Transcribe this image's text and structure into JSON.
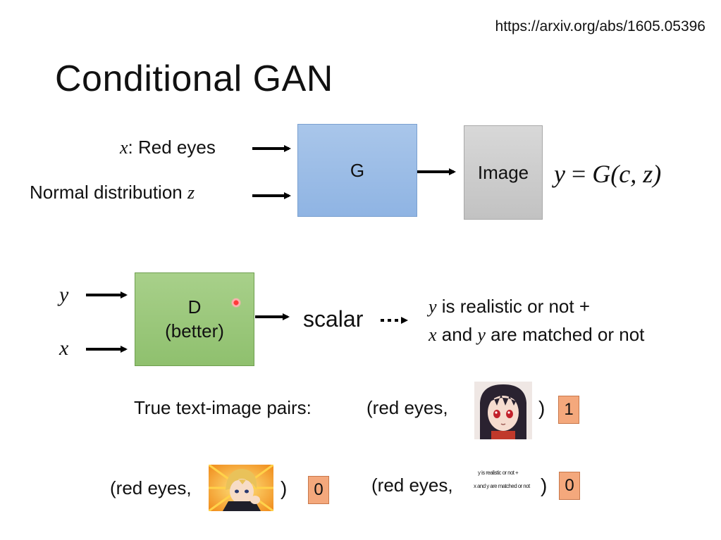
{
  "source_link": "https://arxiv.org/abs/1605.05396",
  "title": "Conditional GAN",
  "generator": {
    "input_x_var": "x",
    "input_x_text": ": Red eyes",
    "input_z_text": "Normal distribution ",
    "input_z_var": "z",
    "box_label": "G",
    "output_label": "Image",
    "equation": {
      "lhs": "y",
      "eq": " = ",
      "fn": "G",
      "args": "(c, z)"
    }
  },
  "discriminator": {
    "input_y": "y",
    "input_x": "x",
    "box_label_line1": "D",
    "box_label_line2": "(better)",
    "output_label": "scalar",
    "result_line1_var": "y",
    "result_line1_text": " is realistic or not +",
    "result_line2_var1": "x",
    "result_line2_mid": " and ",
    "result_line2_var2": "y",
    "result_line2_text": " are matched or not"
  },
  "examples": {
    "true_pairs_label": "True text-image pairs:",
    "pair1_text": "(red eyes,",
    "pair1_close": ")",
    "pair1_score": "1",
    "pair2_text": "(red eyes,",
    "pair2_close": ")",
    "pair2_score": "0",
    "pair3_text": "(red eyes,",
    "pair3_close": ")",
    "pair3_score": "0",
    "pair3_mini_line1": "y is realistic or not +",
    "pair3_mini_line2": "x and y are matched or not"
  },
  "colors": {
    "generator_box": "#9dbde6",
    "image_box": "#cfcfcf",
    "discriminator_box": "#9ccb7c",
    "score_box": "#f4a87c",
    "pointer": "#e02020"
  },
  "icons": [
    "arrow-right-icon",
    "dotted-arrow-icon",
    "laser-pointer-icon",
    "anime-face-thumbnail",
    "anime-boy-thumbnail"
  ]
}
